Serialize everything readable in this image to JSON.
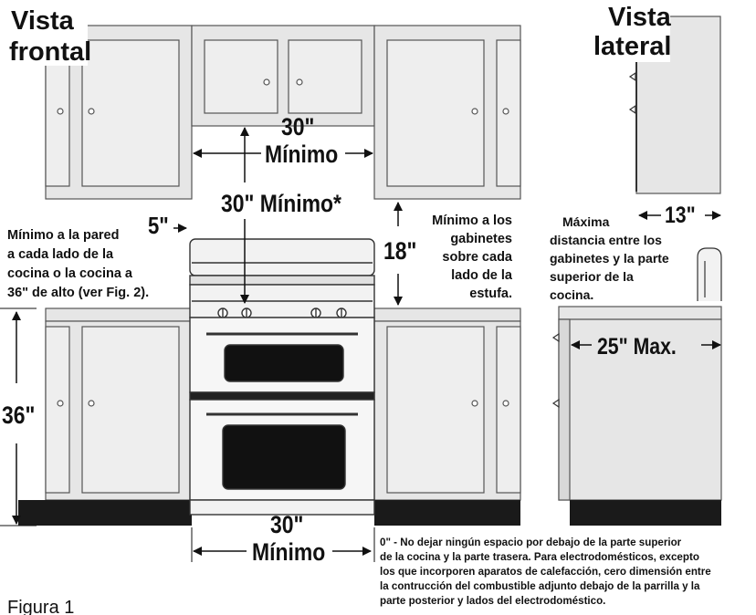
{
  "front_view": {
    "title_line1": "Vista",
    "title_line2": "frontal"
  },
  "side_view": {
    "title_line1": "Vista",
    "title_line2": "lateral"
  },
  "dimensions": {
    "top_width_value": "30\"",
    "top_width_label": "Mínimo",
    "vertical_clearance": "30\" Mínimo*",
    "side_clearance": "5\"",
    "cabinet_gap": "18\"",
    "counter_height": "36\"",
    "bottom_width_value": "30\"",
    "bottom_width_label": "Mínimo",
    "side_depth_top": "13\"",
    "side_depth_bottom": "25\" Max."
  },
  "notes": {
    "wall_min_lines": [
      "Mínimo a la pared",
      "a cada lado de la",
      "cocina o la cocina a",
      "36\" de alto (ver Fig. 2)."
    ],
    "cabinets_min_lines": [
      "Mínimo a los",
      "gabinetes",
      "sobre cada",
      "lado de la",
      "estufa."
    ],
    "max_distance_lines": [
      "Máxima",
      "distancia entre los",
      "gabinetes y la parte",
      "superior de la",
      "cocina."
    ],
    "zero_note_lines": [
      "0\" - No dejar ningún espacio por debajo de la parte superior",
      "de la cocina y la parte trasera. Para electrodomésticos, excepto",
      "los que incorporen aparatos de calefacción, cero dimensión entre",
      "la contrucción del combustible adjunto debajo de la parrilla y la",
      "parte posterior y lados del electrodoméstico."
    ]
  },
  "figure_label": "Figura 1",
  "colors": {
    "cabinet": "#e6e6e6",
    "outline": "#555555",
    "line": "#111111",
    "toe_kick": "#1a1a1a"
  }
}
